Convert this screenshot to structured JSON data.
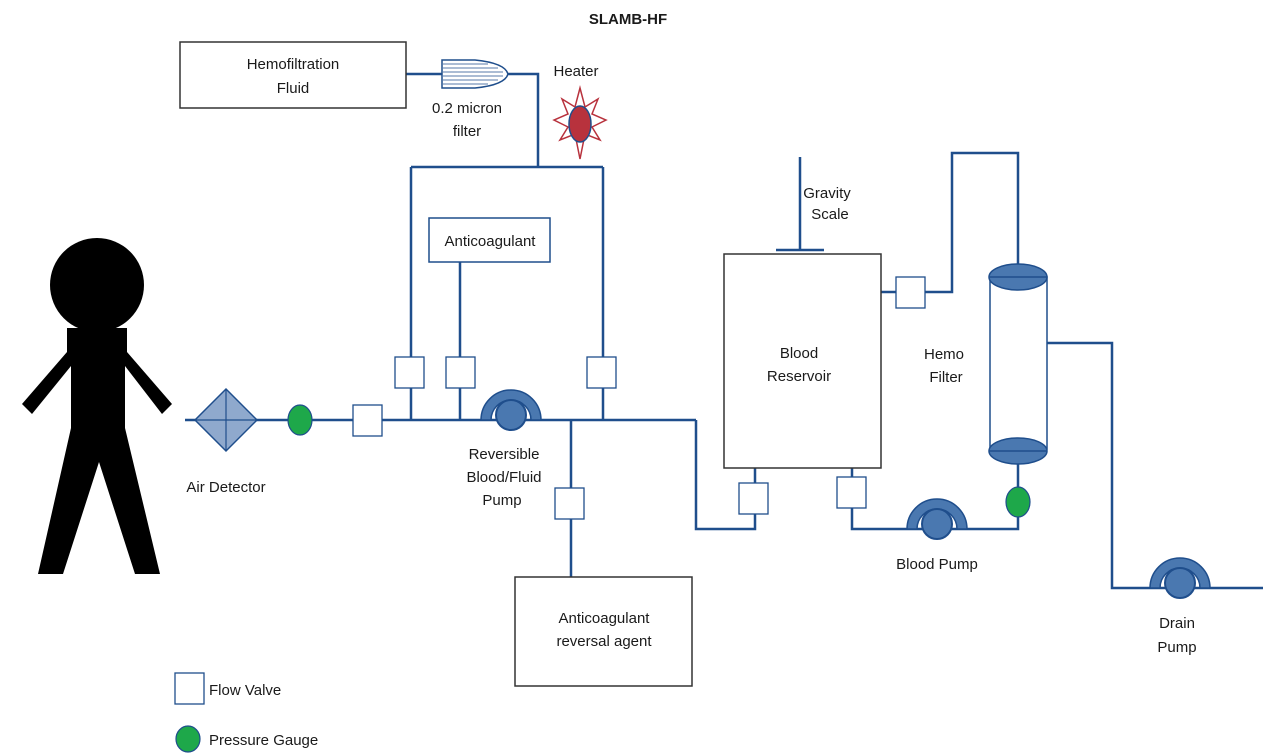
{
  "title": "SLAMB-HF",
  "labels": {
    "hemofiltration_fluid_1": "Hemofiltration",
    "hemofiltration_fluid_2": "Fluid",
    "micron_filter_1": "0.2 micron",
    "micron_filter_2": "filter",
    "heater": "Heater",
    "anticoagulant": "Anticoagulant",
    "gravity_scale_1": "Gravity",
    "gravity_scale_2": "Scale",
    "blood_reservoir_1": "Blood",
    "blood_reservoir_2": "Reservoir",
    "hemo_filter_1": "Hemo",
    "hemo_filter_2": "Filter",
    "air_detector": "Air Detector",
    "reversible_pump_1": "Reversible",
    "reversible_pump_2": "Blood/Fluid",
    "reversible_pump_3": "Pump",
    "reversal_agent_1": "Anticoagulant",
    "reversal_agent_2": "reversal agent",
    "blood_pump": "Blood Pump",
    "drain_pump_1": "Drain",
    "drain_pump_2": "Pump"
  },
  "legend": {
    "flow_valve": "Flow Valve",
    "pressure_gauge": "Pressure Gauge"
  },
  "colors": {
    "pipe": "#1f4e8c",
    "pump": "#4a78b0",
    "gauge": "#1ea84a",
    "heater": "#b8323d",
    "person": "#000000"
  }
}
